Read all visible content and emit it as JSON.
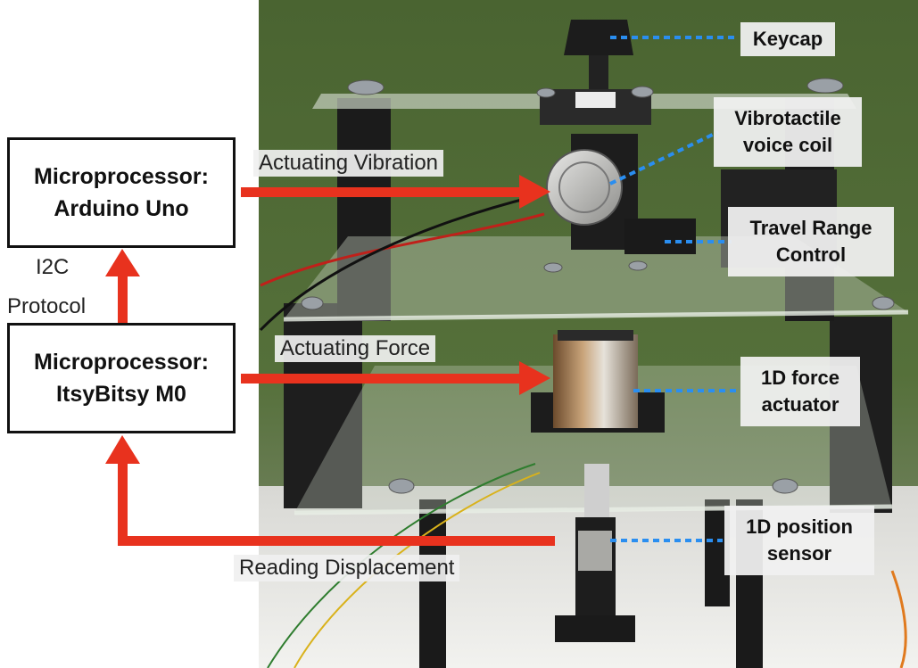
{
  "colors": {
    "arrow": "#e8321e",
    "dotted_leader": "#2a8ef0",
    "background": "#ffffff",
    "photo_wall": "#4f6a34"
  },
  "photo": {
    "subject": "haptic key apparatus photograph"
  },
  "processors": {
    "arduino": {
      "line1": "Microprocessor:",
      "line2": "Arduino Uno"
    },
    "itsybitsy": {
      "line1": "Microprocessor:",
      "line2": "ItsyBitsy M0"
    }
  },
  "protocol": {
    "line1": "I2C",
    "line2": "Protocol"
  },
  "signals": {
    "vibration": "Actuating Vibration",
    "force": "Actuating Force",
    "displacement": "Reading Displacement"
  },
  "components": {
    "keycap": "Keycap",
    "voice_coil": {
      "line1": "Vibrotactile",
      "line2": "voice coil"
    },
    "travel_range": {
      "line1": "Travel Range",
      "line2": "Control"
    },
    "force_actuator": {
      "line1": "1D force",
      "line2": "actuator"
    },
    "position_sensor": {
      "line1": "1D position",
      "line2": "sensor"
    }
  }
}
